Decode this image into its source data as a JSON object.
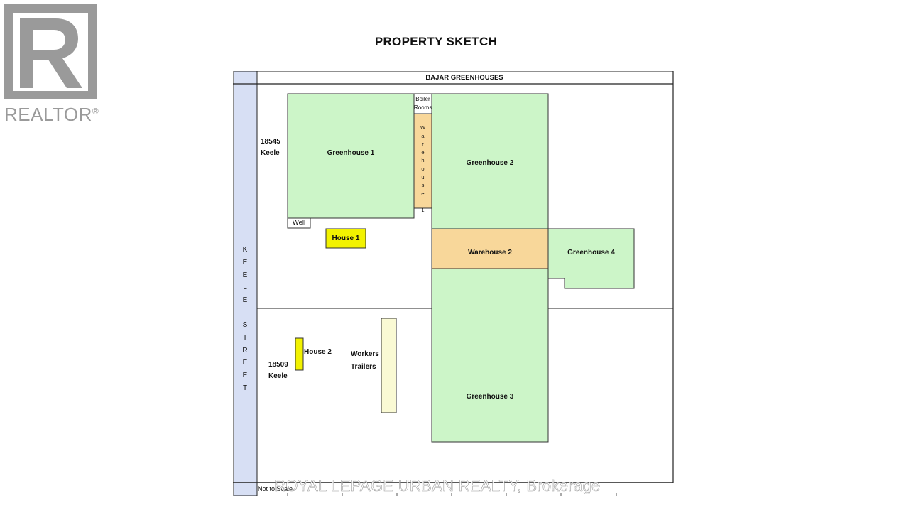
{
  "logo": {
    "wordmark": "REALTOR",
    "registered_mark": "®"
  },
  "title": "PROPERTY SKETCH",
  "sketch": {
    "neighbor_label": "BAJAR GREENHOUSES",
    "street_label": "KEELE STREET",
    "street_letters": [
      "K",
      "E",
      "E",
      "L",
      "E",
      "S",
      "T",
      "R",
      "E",
      "E",
      "T"
    ],
    "address_north": {
      "number": "18545",
      "street": "Keele"
    },
    "address_south": {
      "number": "18509",
      "street": "Keele"
    },
    "buildings": {
      "greenhouse_1": "Greenhouse 1",
      "greenhouse_2": "Greenhouse 2",
      "greenhouse_3": "Greenhouse 3",
      "greenhouse_4": "Greenhouse 4",
      "warehouse_2": "Warehouse 2",
      "boiler_rooms": [
        "Boiler",
        "Rooms"
      ],
      "warehouse_1_letters": [
        "W",
        "a",
        "r",
        "e",
        "h",
        "o",
        "u",
        "s",
        "e",
        "1"
      ],
      "well": "Well",
      "house_1": "House 1",
      "house_2": "House 2",
      "workers_trailers": [
        "Workers",
        "Trailers"
      ]
    },
    "scale_note": "Not to Scale",
    "colors": {
      "greenhouse": "#ccf5c8",
      "warehouse": "#f8d79a",
      "house": "#f2f200",
      "trailers": "#fafad4",
      "street": "#d7dff4"
    }
  },
  "watermark": "ROYAL LEPAGE URBAN REALTY, Brokerage"
}
